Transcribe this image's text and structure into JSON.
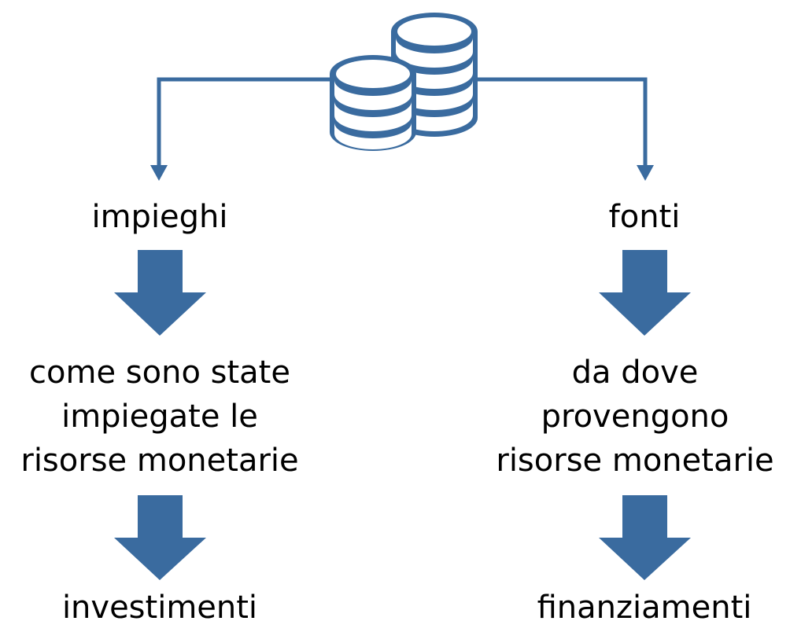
{
  "diagram": {
    "accent_color": "#3a6b9f",
    "top_icon": "coin-stacks-icon",
    "left": {
      "heading": "impieghi",
      "description": [
        "come sono state",
        "impiegate le",
        "risorse monetarie"
      ],
      "result": "investimenti"
    },
    "right": {
      "heading": "fonti",
      "description": [
        "da dove",
        "provengono",
        "risorse monetarie"
      ],
      "result": "finanziamenti"
    }
  }
}
